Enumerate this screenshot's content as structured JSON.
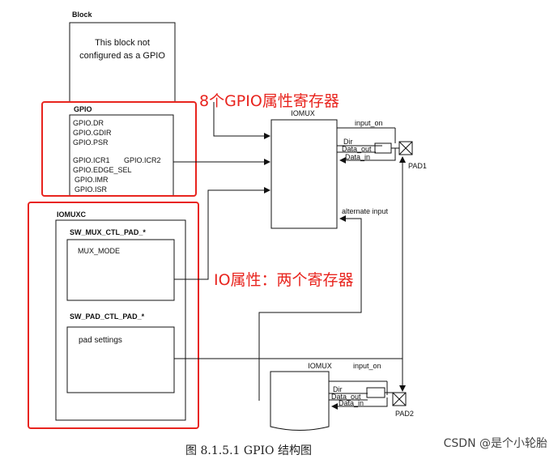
{
  "block": {
    "title": "Block",
    "line1": "This block not",
    "line2": "configured as a GPIO"
  },
  "gpio": {
    "title": "GPIO",
    "regs": {
      "dr": "GPIO.DR",
      "gdir": "GPIO.GDIR",
      "psr": "GPIO.PSR",
      "icr1": "GPIO.ICR1",
      "icr2": "GPIO.ICR2",
      "edge_sel": "GPIO.EDGE_SEL",
      "imr": "GPIO.IMR",
      "isr": "GPIO.ISR"
    }
  },
  "iomuxc": {
    "title": "IOMUXC",
    "mux_title": "SW_MUX_CTL_PAD_*",
    "mux_mode": "MUX_MODE",
    "pad_title": "SW_PAD_CTL_PAD_*",
    "pad_settings": "pad settings"
  },
  "iomux_top": {
    "title": "IOMUX",
    "input_on": "input_on",
    "dir": "Dir",
    "data_out": "Data_out",
    "data_in": "Data_in",
    "alternate_input": "alternate input",
    "pad": "PAD1"
  },
  "iomux_bottom": {
    "title": "IOMUX",
    "input_on": "input_on",
    "dir": "Dir",
    "data_out": "Data_out",
    "data_in": "Data_in",
    "pad": "PAD2"
  },
  "annotations": {
    "gpio_regs": "8个GPIO属性寄存器",
    "io_props": "IO属性：两个寄存器"
  },
  "caption": "图 8.1.5.1 GPIO 结构图",
  "watermark": "CSDN @是个小轮胎",
  "colors": {
    "annotation_red": "#e8241e",
    "line": "#111111"
  }
}
